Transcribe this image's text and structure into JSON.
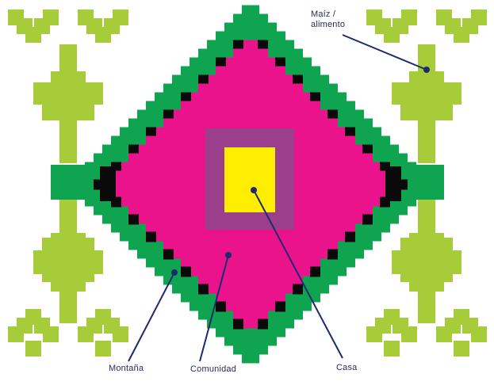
{
  "labels": {
    "maiz": "Maíz / alimento",
    "montana": "Montaña",
    "comunidad": "Comunidad",
    "casa": "Casa"
  },
  "colors": {
    "light_green": "#a6cc3a",
    "dark_green": "#0fa550",
    "black": "#0a0a0a",
    "magenta": "#ea138c",
    "purple": "#9b3f8a",
    "yellow": "#ffee00",
    "pointer": "#1e2a6e"
  }
}
